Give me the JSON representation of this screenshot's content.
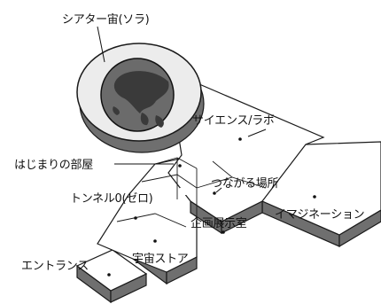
{
  "colors": {
    "top": "#ffffff",
    "side": "#6f6f6f",
    "edge": "#1a1a1a",
    "ring": "#ececec",
    "globe_ocean": "#6b6b6b",
    "globe_land": "#3a3a3a"
  },
  "labels": {
    "theater": "シアター宙(ソラ)",
    "science_lab": "サイエンス/ラボ",
    "hajimari": "はじまりの部屋",
    "tsunagaru": "つながる場所",
    "tunnel": "トンネル0(ゼロ)",
    "imagination": "イマジネーション",
    "kikaku": "企画展示室",
    "store": "宇宙ストア",
    "entrance": "エントランス"
  }
}
